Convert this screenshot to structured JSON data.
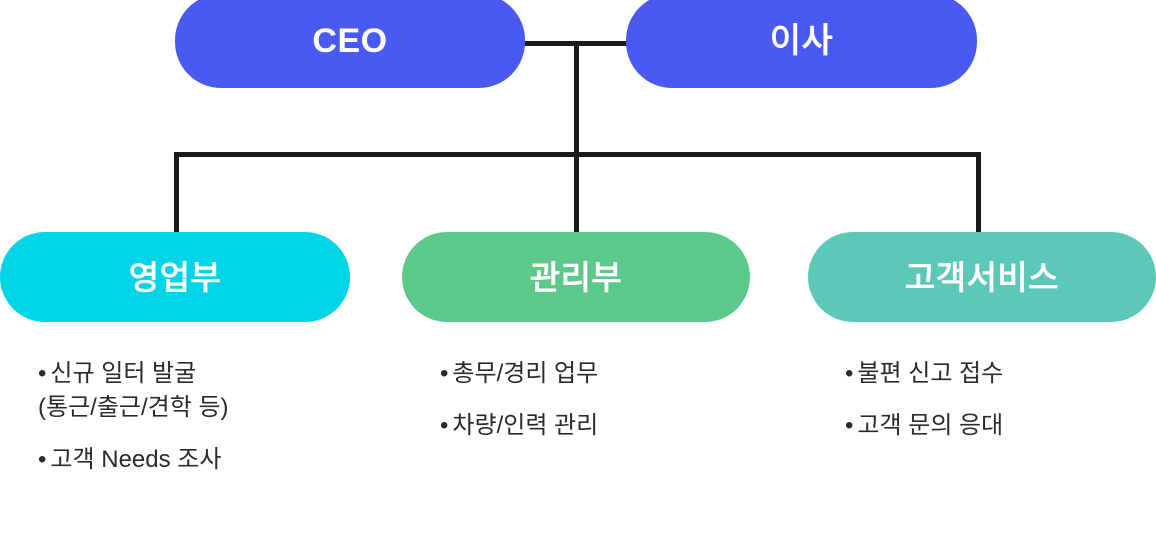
{
  "chart_data": {
    "type": "diagram",
    "diagram_kind": "organization-chart",
    "title": "",
    "nodes": [
      {
        "id": "ceo",
        "label": "CEO",
        "level": 1,
        "color": "#4a5af0"
      },
      {
        "id": "director",
        "label": "이사",
        "level": 1,
        "color": "#4a5af0"
      },
      {
        "id": "sales",
        "label": "영업부",
        "level": 2,
        "color": "#00d5e8"
      },
      {
        "id": "admin",
        "label": "관리부",
        "level": 2,
        "color": "#5cc98a"
      },
      {
        "id": "service",
        "label": "고객서비스",
        "level": 2,
        "color": "#5cc9b8"
      }
    ],
    "edges": [
      {
        "from": "ceo",
        "to": "director",
        "style": "horizontal"
      },
      {
        "from": "ceo",
        "to": "sales",
        "style": "elbow"
      },
      {
        "from": "ceo",
        "to": "admin",
        "style": "elbow"
      },
      {
        "from": "ceo",
        "to": "service",
        "style": "elbow"
      }
    ],
    "line_color": "#1a1a1a"
  },
  "top_row": {
    "ceo": {
      "label": "CEO",
      "color": "#4a5af0"
    },
    "director": {
      "label": "이사",
      "color": "#4a5af0"
    }
  },
  "departments": [
    {
      "label": "영업부",
      "color": "#00d5e8",
      "tasks": [
        {
          "text": "신규 일터 발굴",
          "bullet": true
        },
        {
          "text": "(통근/출근/견학 등)",
          "bullet": false
        },
        {
          "text": "고객 Needs 조사",
          "bullet": true,
          "gap_before": true
        }
      ]
    },
    {
      "label": "관리부",
      "color": "#5cc98a",
      "tasks": [
        {
          "text": "총무/경리 업무",
          "bullet": true
        },
        {
          "text": "차량/인력 관리",
          "bullet": true
        }
      ]
    },
    {
      "label": "고객서비스",
      "color": "#5cc9b8",
      "tasks": [
        {
          "text": "불편 신고 접수",
          "bullet": true
        },
        {
          "text": "고객 문의 응대",
          "bullet": true
        }
      ]
    }
  ]
}
